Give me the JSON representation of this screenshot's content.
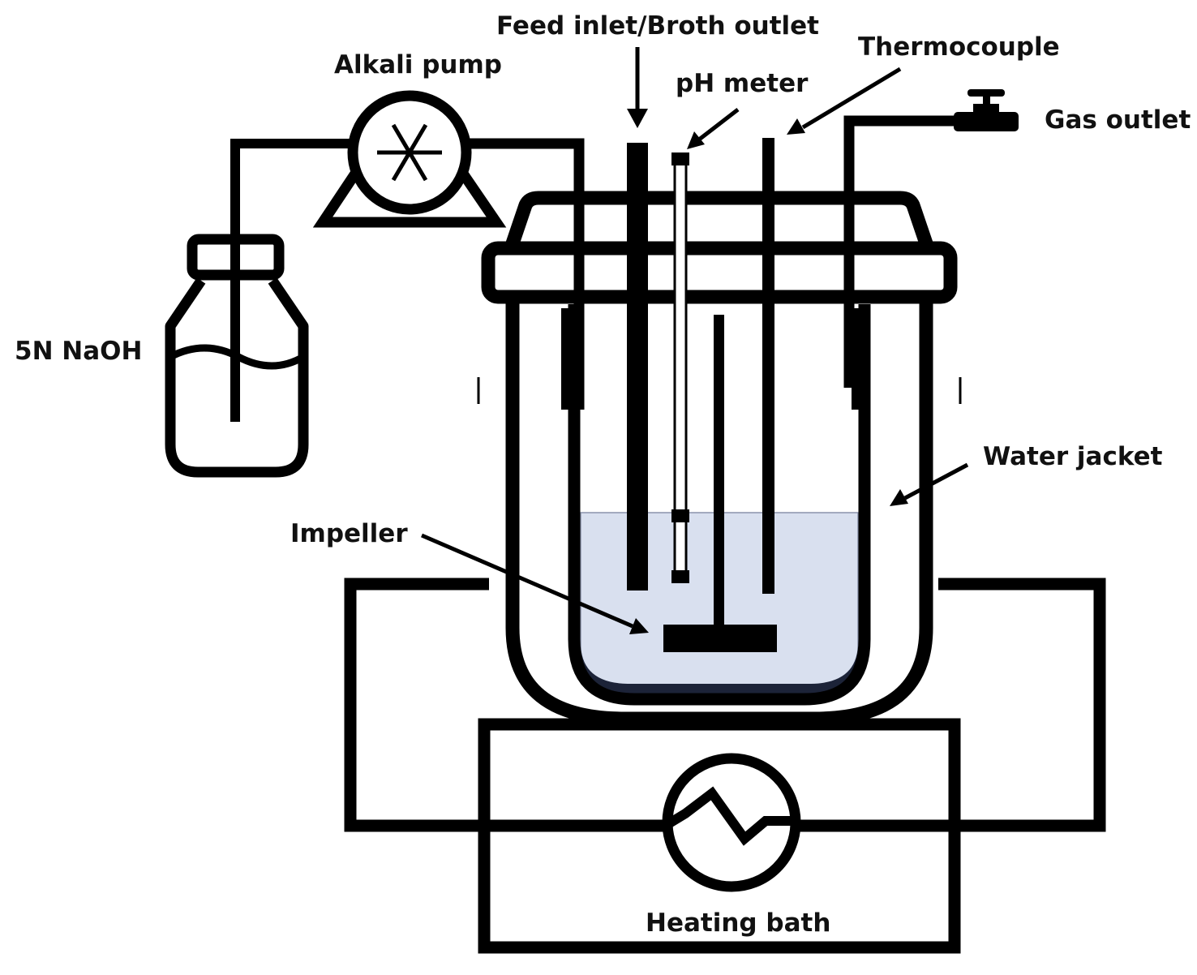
{
  "labels": {
    "feed": "Feed inlet/Broth outlet",
    "thermo": "Thermocouple",
    "alkali": "Alkali pump",
    "ph": "pH meter",
    "gas": "Gas outlet",
    "naoh": "5N NaOH",
    "jacket": "Water jacket",
    "impeller": "Impeller",
    "bath": "Heating bath"
  },
  "colors": {
    "line": "#000000",
    "broth": "#d9e0ef"
  }
}
